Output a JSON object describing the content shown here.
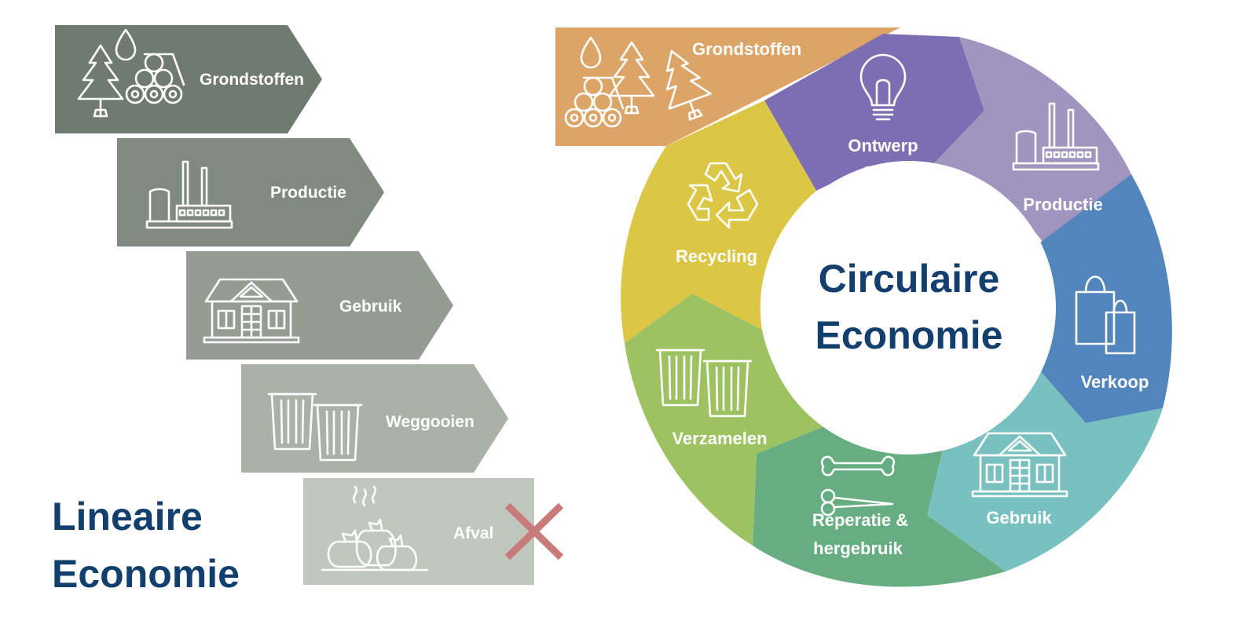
{
  "linear": {
    "title_line1": "Lineaire",
    "title_line2": "Economie",
    "title_color": "#123f6e",
    "steps": [
      {
        "label": "Grondstoffen",
        "icon": "raw-materials-icon",
        "color": "#6f7a70"
      },
      {
        "label": "Productie",
        "icon": "factory-icon",
        "color": "#818a80"
      },
      {
        "label": "Gebruik",
        "icon": "house-icon",
        "color": "#959d93"
      },
      {
        "label": "Weggooien",
        "icon": "trash-bins-icon",
        "color": "#aab1a7"
      },
      {
        "label": "Afval",
        "icon": "garbage-bags-icon",
        "color": "#c0c7bd"
      }
    ],
    "cross_icon": "red-cross-icon",
    "cross_color": "#c97a7a"
  },
  "circular": {
    "center_line1": "Circulaire",
    "center_line2": "Economie",
    "center_color": "#123f6e",
    "input": {
      "label": "Grondstoffen",
      "icon": "raw-materials-icon",
      "color": "#dca466"
    },
    "segments": [
      {
        "label": "Ontwerp",
        "icon": "lightbulb-icon",
        "color": "#7d6db3"
      },
      {
        "label": "Productie",
        "icon": "factory-icon",
        "color": "#a095be"
      },
      {
        "label": "Verkoop",
        "icon": "shopping-bags-icon",
        "color": "#5185bb"
      },
      {
        "label": "Gebruik",
        "icon": "house-icon",
        "color": "#79c1c1"
      },
      {
        "label_line1": "Reperatie &",
        "label_line2": "hergebruik",
        "icon": "tools-icon",
        "color": "#67ad82"
      },
      {
        "label": "Verzamelen",
        "icon": "trash-bins-icon",
        "color": "#9cc261"
      },
      {
        "label": "Recycling",
        "icon": "recycle-icon",
        "color": "#dcc645"
      }
    ]
  }
}
